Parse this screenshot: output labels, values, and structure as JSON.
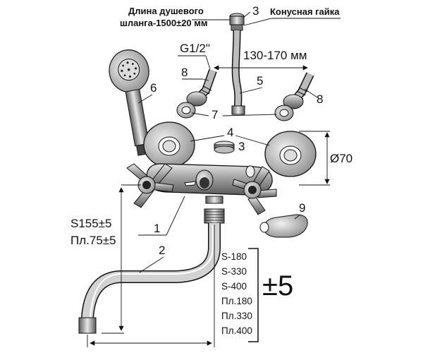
{
  "callouts": {
    "hose_length_line1": "Длина душевого",
    "hose_length_line2": "шланга-1500±20 мм",
    "cone_nut": "Конусная гайка",
    "thread": "G1/2\"",
    "center_distance": "130-170 мм",
    "flange_diameter": "Ø70",
    "height_s": "S155±5",
    "height_pl": "Пл.75±5",
    "tolerance": "±5"
  },
  "part_numbers": {
    "p1": "1",
    "p2": "2",
    "p3a": "3",
    "p3b": "3",
    "p4": "4",
    "p5": "5",
    "p6": "6",
    "p7": "7",
    "p8a": "8",
    "p8b": "8",
    "p9": "9"
  },
  "spout_variants": [
    "S-180",
    "S-330",
    "S-400",
    "Пл.180",
    "Пл.330",
    "Пл.400"
  ]
}
